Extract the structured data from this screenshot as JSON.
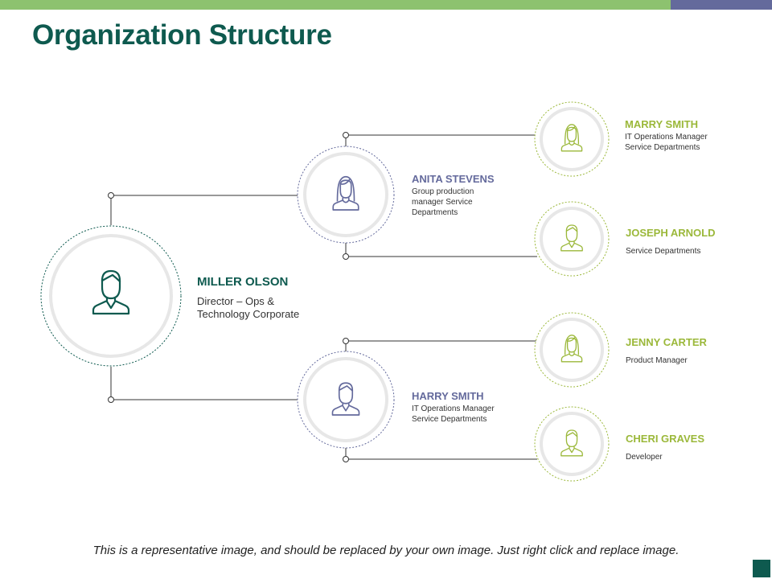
{
  "title": "Organization Structure",
  "colors": {
    "green_bar": "#8dc26f",
    "blue_bar": "#646a9c",
    "title": "#0e5a4f",
    "root": "#0e5a4f",
    "mid": "#646a9c",
    "leaf": "#9bb83a"
  },
  "root": {
    "name": "MILLER OLSON",
    "role": "Director – Ops & Technology Corporate",
    "icon": "male-person-icon"
  },
  "managers": [
    {
      "name": "ANITA STEVENS",
      "role": "Group production manager Service Departments",
      "icon": "female-person-icon"
    },
    {
      "name": "HARRY SMITH",
      "role": "IT Operations Manager Service Departments",
      "icon": "male-person-icon"
    }
  ],
  "reports": [
    {
      "name": "MARRY SMITH",
      "role": "IT Operations Manager Service Departments",
      "icon": "female-person-icon"
    },
    {
      "name": "JOSEPH ARNOLD",
      "role": "Service Departments",
      "icon": "male-person-icon"
    },
    {
      "name": "JENNY CARTER",
      "role": "Product Manager",
      "icon": "female-person-icon"
    },
    {
      "name": "CHERI GRAVES",
      "role": "Developer",
      "icon": "male-person-icon"
    }
  ],
  "footer": "This is a representative image, and should be replaced by your own image. Just right click and replace image."
}
